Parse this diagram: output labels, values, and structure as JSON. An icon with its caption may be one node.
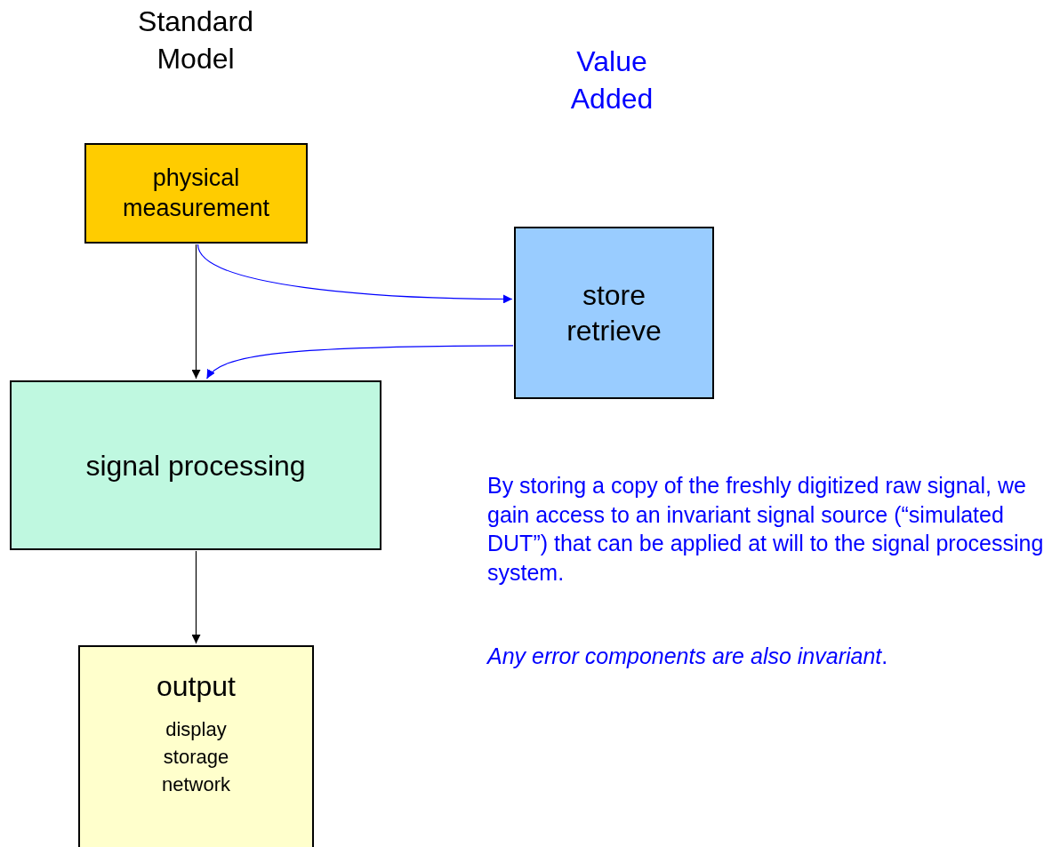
{
  "diagram": {
    "nodes": [
      {
        "text": [
          "physical measurement"
        ]
      },
      {
        "text": [
          "store retrieve"
        ]
      },
      {
        "text": [
          "signal processing"
        ]
      },
      {
        "text": [
          "output",
          "display storage network"
        ]
      }
    ],
    "edges": [
      {
        "from": 0,
        "to": 2,
        "arrow": "to"
      },
      {
        "from": 0,
        "to": 1,
        "arrow": "to",
        "color": "#0000ff"
      },
      {
        "from": 1,
        "to": 2,
        "arrow": "to",
        "color": "#0000ff"
      },
      {
        "from": 2,
        "to": 3,
        "arrow": "to"
      }
    ],
    "labels": [
      "Standard Model",
      "Value Added",
      "By storing a copy of the freshly digitized raw signal, we gain access to an invariant signal source (“simulated DUT”) that can be applied at will to the signal processing system.",
      "*Any error components are also invariant*."
    ]
  }
}
